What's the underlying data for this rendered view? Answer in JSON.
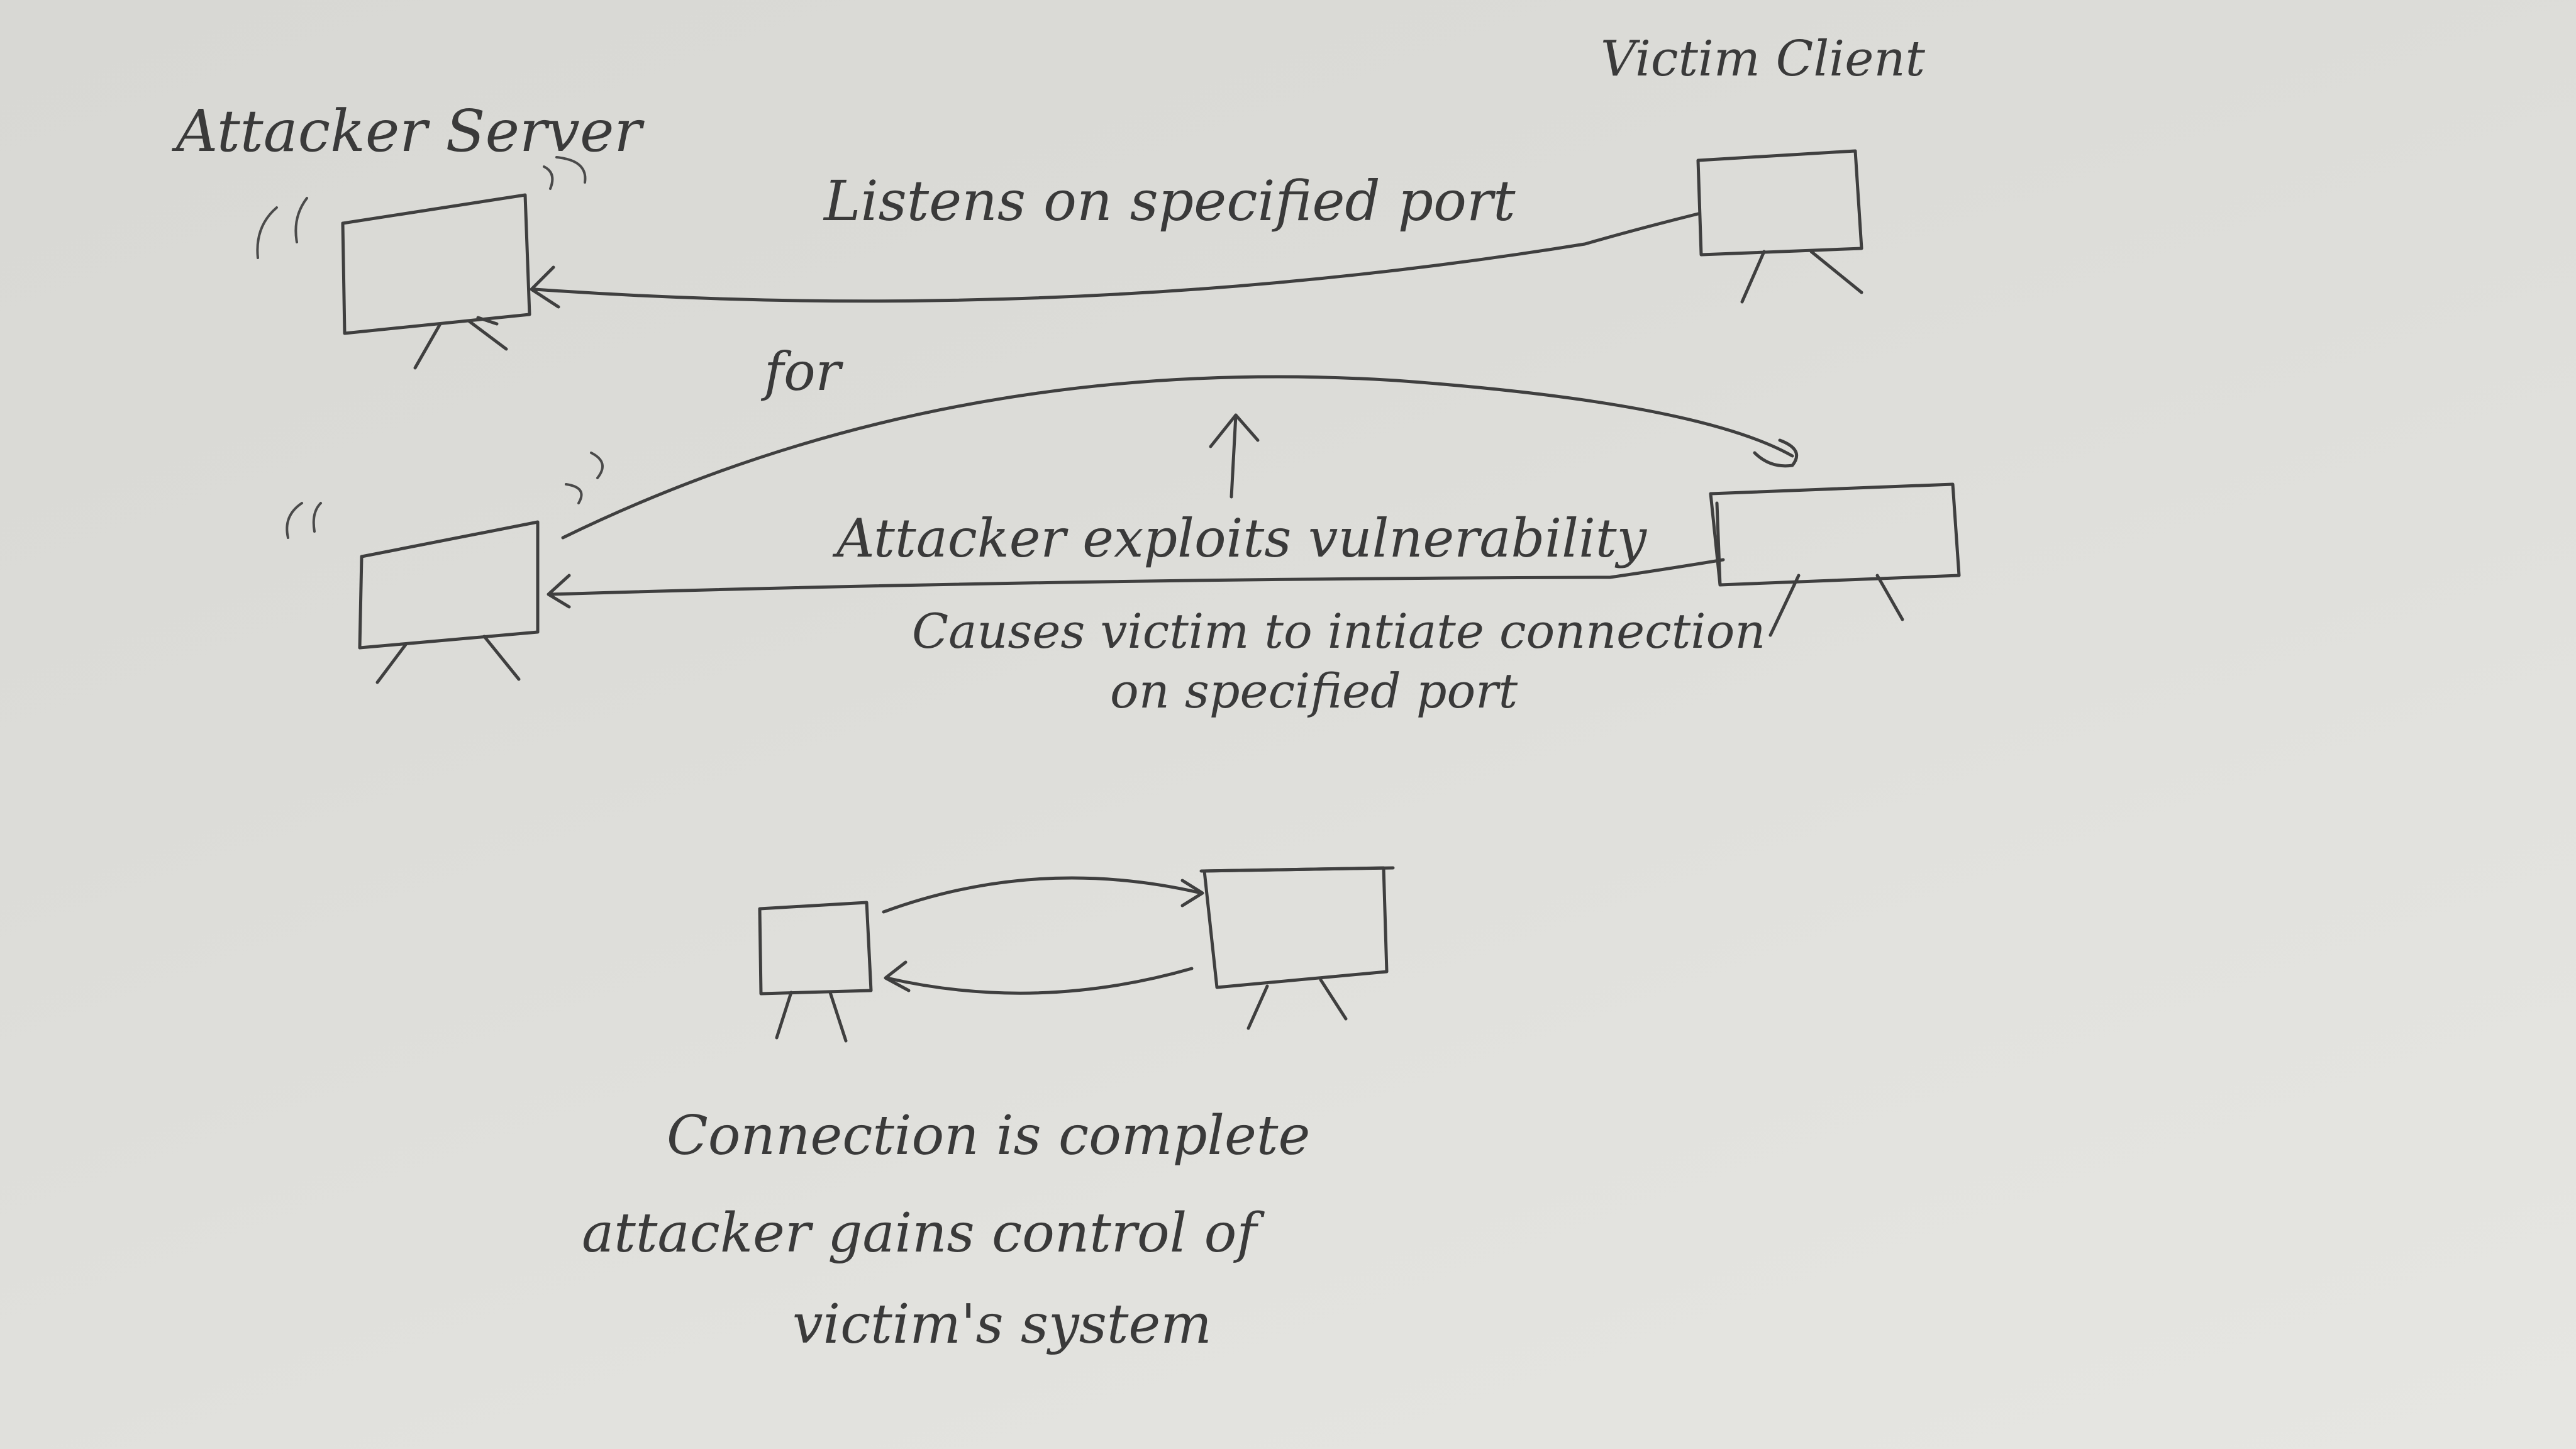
{
  "labels": {
    "attacker_server": "Attacker Server",
    "victim_client": "Victim Client",
    "listens": "Listens on specified port",
    "for": "for",
    "exploits": "Attacker exploits vulnerability",
    "causes_line1": "Causes victim to intiate connection",
    "causes_line2": "on specified port",
    "complete_line1": "Connection is complete",
    "complete_line2": "attacker gains control of",
    "complete_line3": "victim's system"
  },
  "colors": {
    "paper": "#dcdcd8",
    "ink": "#3f3f3f"
  }
}
